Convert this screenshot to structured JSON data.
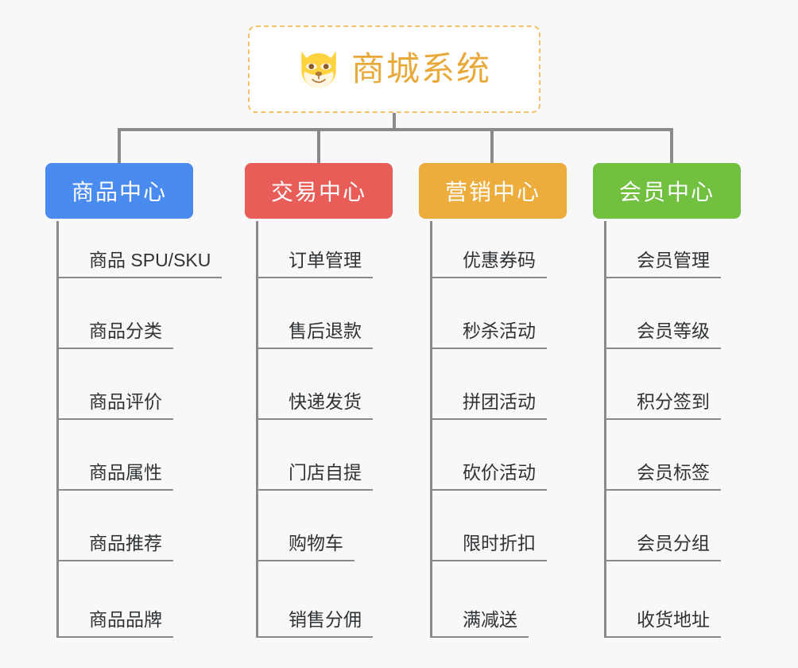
{
  "canvas": {
    "background": "#f8f8f8",
    "line_color": "#8a8a8a"
  },
  "root": {
    "title": "商城系统",
    "icon": "shiba-dog-face-icon",
    "title_color": "#e9a93a",
    "border_color": "#f3c268",
    "background": "#ffffff"
  },
  "branches": [
    {
      "id": "product-center",
      "label": "商品中心",
      "color": "#4a8bf0",
      "items": [
        "商品 SPU/SKU",
        "商品分类",
        "商品评价",
        "商品属性",
        "商品推荐",
        "商品品牌"
      ]
    },
    {
      "id": "trade-center",
      "label": "交易中心",
      "color": "#e95d58",
      "items": [
        "订单管理",
        "售后退款",
        "快递发货",
        "门店自提",
        "购物车",
        "销售分佣"
      ]
    },
    {
      "id": "marketing-center",
      "label": "营销中心",
      "color": "#edad3c",
      "items": [
        "优惠券码",
        "秒杀活动",
        "拼团活动",
        "砍价活动",
        "限时折扣",
        "满减送"
      ]
    },
    {
      "id": "member-center",
      "label": "会员中心",
      "color": "#72c040",
      "items": [
        "会员管理",
        "会员等级",
        "积分签到",
        "会员标签",
        "会员分组",
        "收货地址"
      ]
    }
  ]
}
